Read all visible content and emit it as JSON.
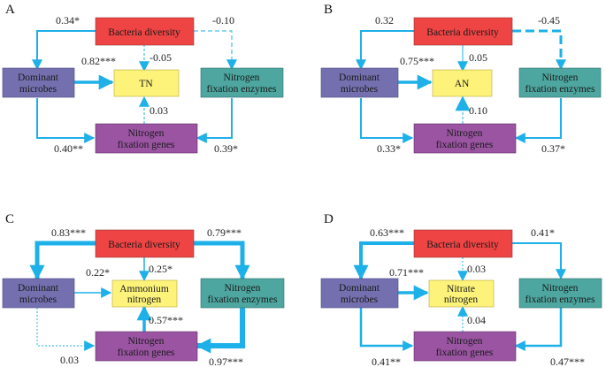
{
  "panels": {
    "A": {
      "label": "A",
      "nodes": {
        "bacteria": "Bacteria  diversity",
        "dominant_1": "Dominant",
        "dominant_2": "microbes",
        "target_1": "TN",
        "target_2": "",
        "enzymes_1": "Nitrogen",
        "enzymes_2": "fixation enzymes",
        "genes_1": "Nitrogen",
        "genes_2": "fixation genes"
      },
      "coefficients": {
        "bacteria_to_dominant": "0.34*",
        "bacteria_to_enzymes": "-0.10",
        "bacteria_to_target": "-0.05",
        "dominant_to_target": "0.82***",
        "genes_to_target": "0.03",
        "dominant_to_genes": "0.40**",
        "enzymes_to_genes": "0.39*"
      }
    },
    "B": {
      "label": "B",
      "nodes": {
        "bacteria": "Bacteria  diversity",
        "dominant_1": "Dominant",
        "dominant_2": "microbes",
        "target_1": "AN",
        "target_2": "",
        "enzymes_1": "Nitrogen",
        "enzymes_2": "fixation enzymes",
        "genes_1": "Nitrogen",
        "genes_2": "fixation genes"
      },
      "coefficients": {
        "bacteria_to_dominant": "0.32",
        "bacteria_to_enzymes": "-0.45",
        "bacteria_to_target": "0.05",
        "dominant_to_target": "0.75***",
        "genes_to_target": "0.10",
        "dominant_to_genes": "0.33*",
        "enzymes_to_genes": "0.37*"
      }
    },
    "C": {
      "label": "C",
      "nodes": {
        "bacteria": "Bacteria  diversity",
        "dominant_1": "Dominant",
        "dominant_2": "microbes",
        "target_1": "Ammonium",
        "target_2": "nitrogen",
        "enzymes_1": "Nitrogen",
        "enzymes_2": "fixation enzymes",
        "genes_1": "Nitrogen",
        "genes_2": "fixation genes"
      },
      "coefficients": {
        "bacteria_to_dominant": "0.83***",
        "bacteria_to_enzymes": "0.79***",
        "bacteria_to_target": "0.25*",
        "dominant_to_target": "0.22*",
        "genes_to_target": "0.57***",
        "dominant_to_genes": "0.03",
        "enzymes_to_genes": "0.97***"
      }
    },
    "D": {
      "label": "D",
      "nodes": {
        "bacteria": "Bacteria  diversity",
        "dominant_1": "Dominant",
        "dominant_2": "microbes",
        "target_1": "Nitrate",
        "target_2": "nitrogen",
        "enzymes_1": "Nitrogen",
        "enzymes_2": "fixation enzymes",
        "genes_1": "Nitrogen",
        "genes_2": "fixation genes"
      },
      "coefficients": {
        "bacteria_to_dominant": "0.63***",
        "bacteria_to_enzymes": "0.41*",
        "bacteria_to_target": "0.03",
        "dominant_to_target": "0.71***",
        "genes_to_target": "0.04",
        "dominant_to_genes": "0.41**",
        "enzymes_to_genes": "0.47***"
      }
    }
  },
  "colors": {
    "arrow": "#1EB0E8",
    "bacteria": "#EE4444",
    "dominant": "#7470B0",
    "target": "#FDF37A",
    "enzymes": "#4DA6A0",
    "genes": "#9A54A2"
  }
}
